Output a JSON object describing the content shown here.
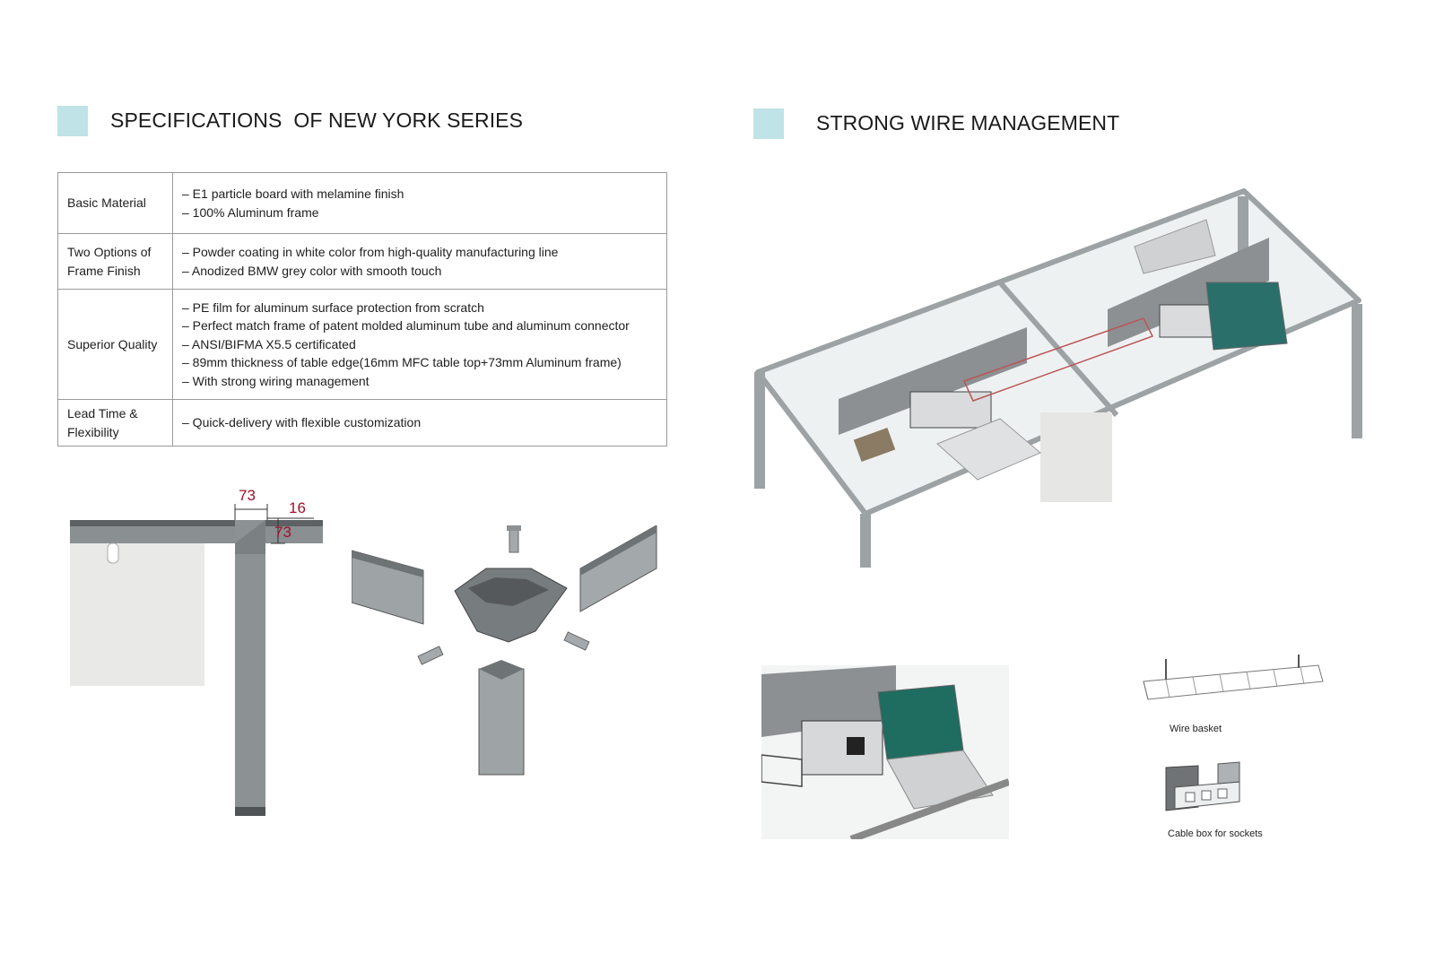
{
  "left": {
    "heading": "SPECIFICATIONS  OF NEW YORK SERIES",
    "spec_rows": [
      {
        "label_lines": [
          "Basic Material"
        ],
        "items": [
          "– E1 particle board with melamine finish",
          "– 100% Aluminum frame"
        ]
      },
      {
        "label_lines": [
          "Two Options of",
          "Frame Finish"
        ],
        "items": [
          "– Powder coating in white color from high-quality manufacturing line",
          "– Anodized BMW grey color with smooth touch"
        ]
      },
      {
        "label_lines": [
          "Superior Quality"
        ],
        "items": [
          "– PE film for aluminum surface protection from scratch",
          "– Perfect match frame of patent molded aluminum tube and aluminum connector",
          "– ANSI/BIFMA X5.5 certificated",
          "– 89mm thickness of table edge(16mm MFC table top+73mm Aluminum frame)",
          "– With strong wiring management"
        ]
      },
      {
        "label_lines": [
          "Lead Time &",
          "Flexibility"
        ],
        "items": [
          "– Quick-delivery with flexible customization"
        ]
      }
    ],
    "dimensions": {
      "top_width": "73",
      "top_thickness": "16",
      "frame_height": "73"
    }
  },
  "right": {
    "heading": "STRONG WIRE MANAGEMENT",
    "captions": {
      "wire_basket": "Wire basket",
      "cable_box": "Cable box for sockets"
    }
  },
  "colors": {
    "accent_square": "#bfe3e6",
    "dimension_text": "#a0102a",
    "frame_grey": "#8c9193"
  }
}
